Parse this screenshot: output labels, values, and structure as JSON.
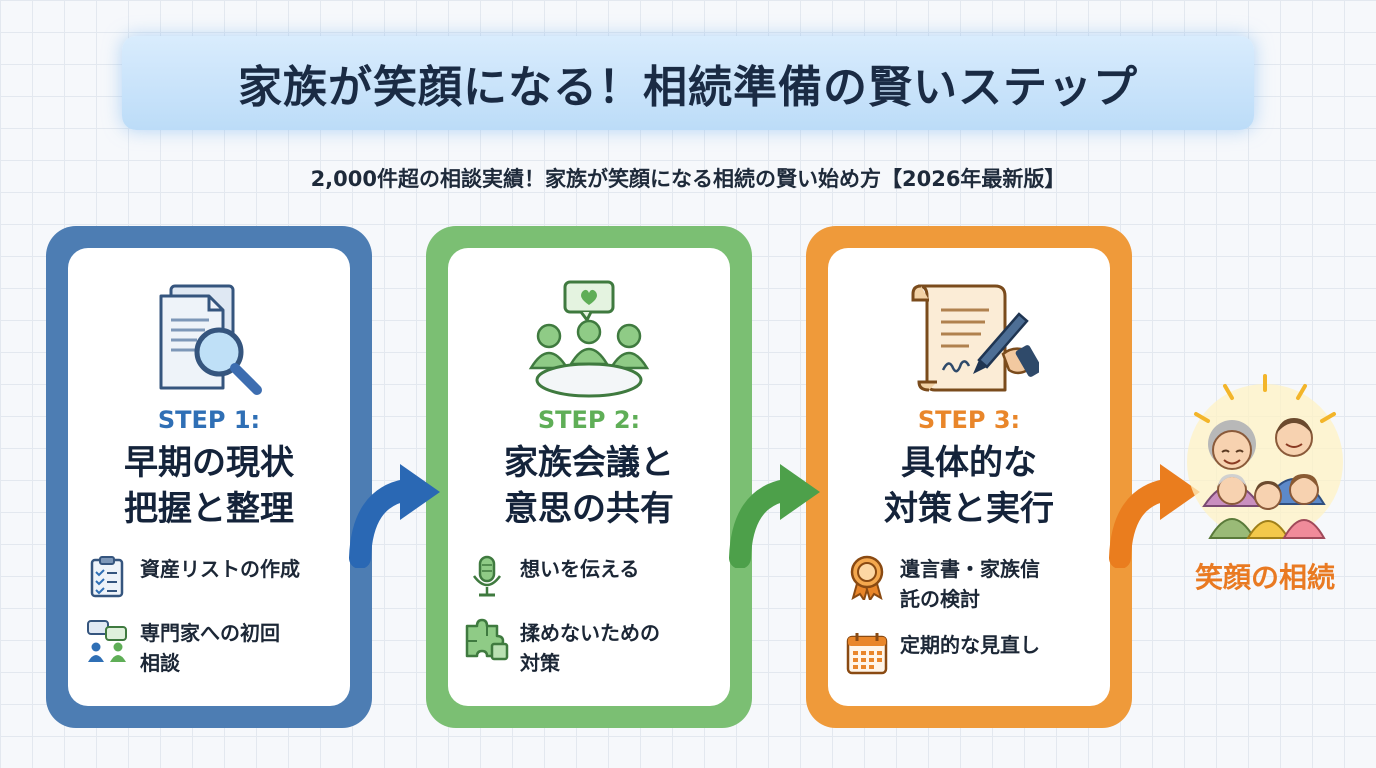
{
  "title": "家族が笑顔になる！相続準備の賢いステップ",
  "subtitle": "2,000件超の相談実績！家族が笑顔になる相続の賢い始め方【2026年最新版】",
  "steps": [
    {
      "label": "STEP 1:",
      "title_lines": [
        "早期の現状",
        "把握と整理"
      ],
      "color": "#4d7db3",
      "icon": "document-magnifier-icon",
      "items": [
        {
          "icon": "clipboard-checklist-icon",
          "lines": [
            "資産リストの作成"
          ]
        },
        {
          "icon": "consultation-people-icon",
          "lines": [
            "専門家への初回",
            "相談"
          ]
        }
      ]
    },
    {
      "label": "STEP 2:",
      "title_lines": [
        "家族会議と",
        "意思の共有"
      ],
      "color": "#7bbf73",
      "icon": "family-meeting-icon",
      "items": [
        {
          "icon": "microphone-icon",
          "lines": [
            "想いを伝える"
          ]
        },
        {
          "icon": "puzzle-icon",
          "lines": [
            "揉めないための",
            "対策"
          ]
        }
      ]
    },
    {
      "label": "STEP 3:",
      "title_lines": [
        "具体的な",
        "対策と実行"
      ],
      "color": "#ef9a3a",
      "icon": "will-signing-icon",
      "items": [
        {
          "icon": "award-ribbon-icon",
          "lines": [
            "遺言書・家族信",
            "託の検討"
          ]
        },
        {
          "icon": "calendar-icon",
          "lines": [
            "定期的な見直し"
          ]
        }
      ]
    }
  ],
  "result": {
    "label": "笑顔の相続",
    "color": "#e97a22",
    "icon": "smiling-family-icon"
  }
}
